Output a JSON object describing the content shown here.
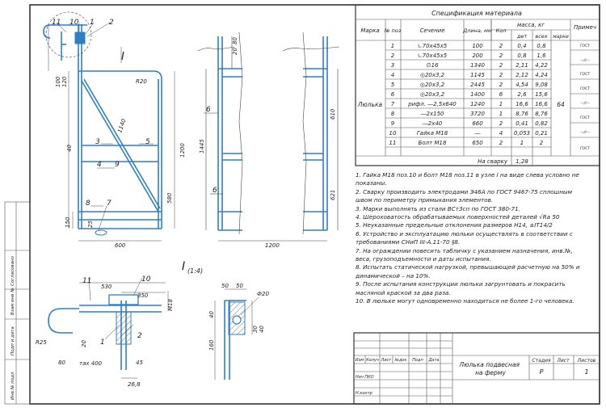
{
  "spec": {
    "title": "Спецификация материала",
    "headers": {
      "mark": "Марка",
      "pos": "№ поз",
      "section": "Сечение",
      "length": "Длина, мм",
      "qty": "Кол",
      "mass": "масса, кг",
      "mass_item": "дет",
      "mass_all": "всех",
      "mass_mark": "марки",
      "note": "Примеч"
    },
    "mark_name": "Люлька",
    "mark_mass": "64",
    "rows": [
      {
        "pos": "1",
        "section": "∟70х45х5",
        "length": "100",
        "qty": "2",
        "m1": "0,4",
        "m2": "0,8"
      },
      {
        "pos": "2",
        "section": "∟70х45х5",
        "length": "200",
        "qty": "2",
        "m1": "0,8",
        "m2": "1,6"
      },
      {
        "pos": "3",
        "section": "∅16",
        "length": "1340",
        "qty": "2",
        "m1": "2,11",
        "m2": "4,22"
      },
      {
        "pos": "4",
        "section": "◎20х3,2",
        "length": "1145",
        "qty": "2",
        "m1": "2,12",
        "m2": "4,24"
      },
      {
        "pos": "5",
        "section": "◎20х3,2",
        "length": "2445",
        "qty": "2",
        "m1": "4,54",
        "m2": "9,08"
      },
      {
        "pos": "6",
        "section": "◎20х3,2",
        "length": "1400",
        "qty": "6",
        "m1": "2,6",
        "m2": "15,6"
      },
      {
        "pos": "7",
        "section": "рифл. ―2,5х640",
        "length": "1240",
        "qty": "1",
        "m1": "16,6",
        "m2": "16,6"
      },
      {
        "pos": "8",
        "section": "―2х150",
        "length": "3720",
        "qty": "1",
        "m1": "8,76",
        "m2": "8,76"
      },
      {
        "pos": "9",
        "section": "―2х40",
        "length": "660",
        "qty": "2",
        "m1": "0,41",
        "m2": "0,82"
      },
      {
        "pos": "10",
        "section": "Гайка М18",
        "length": "―",
        "qty": "4",
        "m1": "0,053",
        "m2": "0,21"
      },
      {
        "pos": "11",
        "section": "Болт М18",
        "length": "650",
        "qty": "2",
        "m1": "1",
        "m2": "2"
      }
    ],
    "weld_label": "На сварку",
    "weld_value": "1,28"
  },
  "notes": [
    "1. Гайка М18 поз.10 и болт М18 поз.11 в узле I на виде слева условно не показаны.",
    "2. Сварку производить электродами Э46А по ГОСТ 9467-75 сплошным швом по периметру примыкания элементов.",
    "3. Марки выполнять из стали ВСт3сп по ГОСТ 380-71.",
    "4. Шероховатость обрабатываемых поверхностей деталей √Ra 50",
    "5. Неуказанные предельные отклонения размеров Н14, ±IT14/2",
    "6. Устройство и эксплуатацию люльки осуществлять в соответствии с требованиями СНиП III-А.11-70 §8.",
    "7. На ограждении повесить табличку с указанием назначения, инв.№, веса, грузоподъемности и даты испытания.",
    "8. Испытать статической нагрузкой, превышающей расчетную на 50% и динамической – на 10%.",
    "9. После испытания конструкции люльки загрунтовать и покрасить масляной краской за два раза.",
    "10. В люльке могут одновременно находиться не более 1-го человека."
  ],
  "title_block": {
    "cols": [
      "Изм",
      "Колуч",
      "Лист",
      "№док",
      "Подп",
      "Дата"
    ],
    "nach": "Нач ПКО",
    "nkontr": "Н.контр",
    "doc_title": "Люлька подвесная на ферму",
    "stage_h": "Стадия",
    "sheet_h": "Лист",
    "sheets_h": "Листов",
    "stage": "Р",
    "sheets": "1"
  },
  "side_stamp": [
    "Инв.№ подл",
    "Подп и дата",
    "Взам инв №",
    "Согласовано"
  ],
  "views": {
    "front": {
      "callouts": [
        "11",
        "10",
        "1",
        "2",
        "3",
        "5",
        "4",
        "9",
        "8",
        "7",
        "I"
      ],
      "dims": [
        "100",
        "120",
        "R20",
        "1140",
        "1200",
        "580",
        "40",
        "150",
        "25",
        "600"
      ]
    },
    "side": {
      "dims": [
        "20",
        "80",
        "1445",
        "610",
        "621",
        "1200"
      ],
      "callouts": [
        "6",
        "6"
      ]
    },
    "node": {
      "title": "I",
      "scale": "(1:4)",
      "dims": [
        "530",
        "350",
        "М18",
        "R25",
        "20",
        "80",
        "45",
        "тах 400",
        "26,8"
      ],
      "callouts": [
        "11",
        "10",
        "1",
        "2"
      ]
    },
    "section": {
      "dims": [
        "50",
        "50",
        "Ф20",
        "40",
        "30",
        "40",
        "160"
      ]
    }
  },
  "colors": {
    "steel": "#2f7fc1",
    "line": "#333333"
  }
}
